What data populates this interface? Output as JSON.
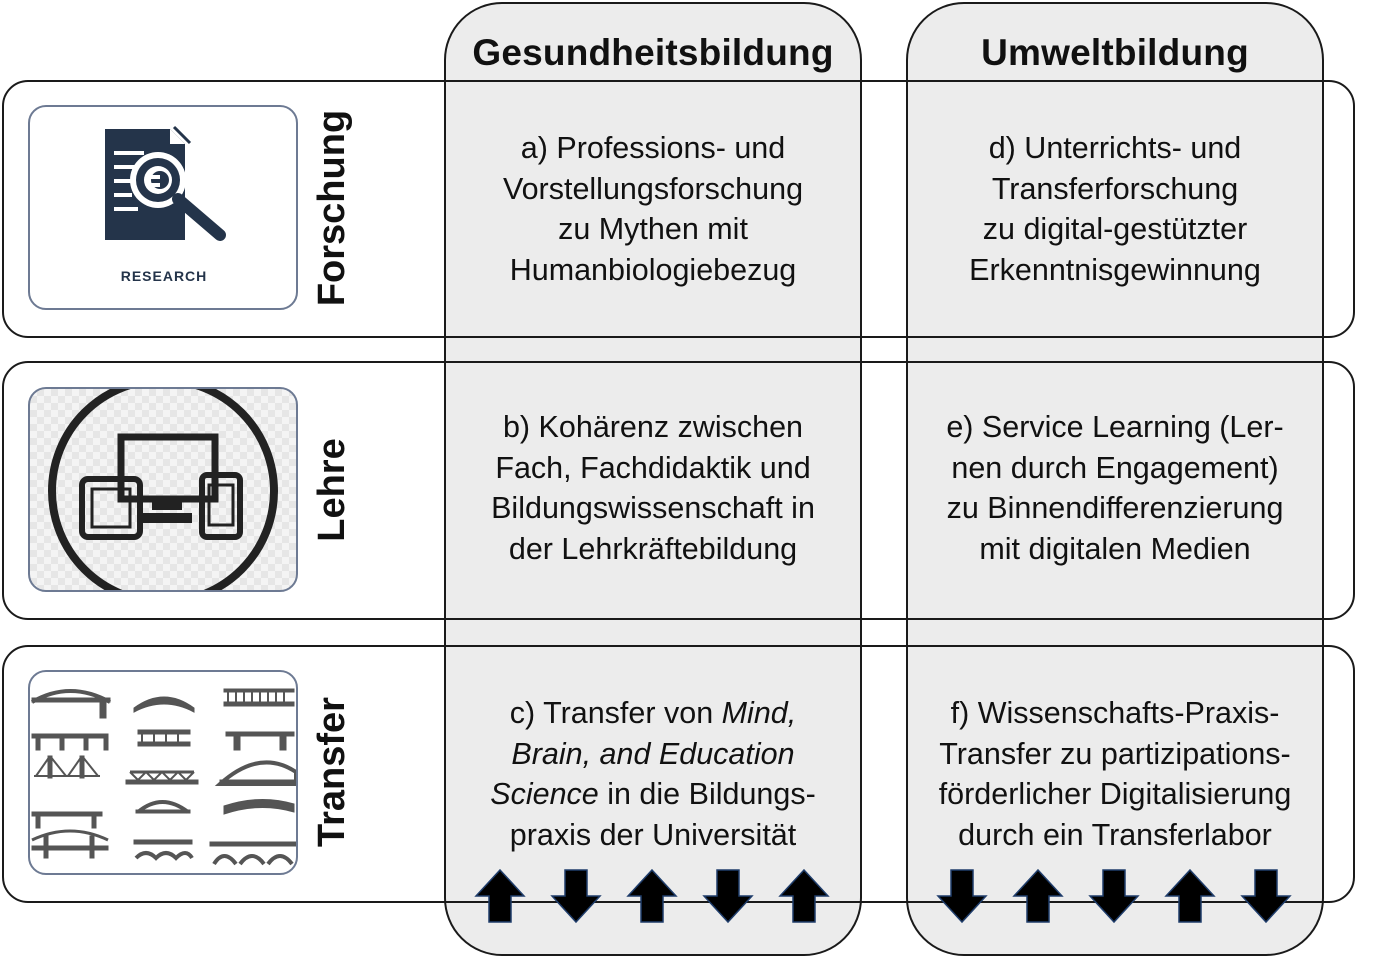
{
  "columns": [
    {
      "title": "Gesundheitsbildung"
    },
    {
      "title": "Umweltbildung"
    }
  ],
  "rows": [
    {
      "label": "Forschung",
      "icon": "research-icon",
      "icon_caption": "RESEARCH"
    },
    {
      "label": "Lehre",
      "icon": "devices-icon"
    },
    {
      "label": "Transfer",
      "icon": "bridges-icon"
    }
  ],
  "cells": {
    "a": [
      "a) Professions- und",
      "Vorstellungsforschung",
      "zu Mythen mit",
      "Humanbiologiebezug"
    ],
    "d": [
      "d) Unterrichts- und",
      "Transferforschung",
      "zu digital-gestützter",
      "Erkenntnisgewinnung"
    ],
    "b": [
      "b) Kohärenz zwischen",
      "Fach, Fachdidaktik und",
      "Bildungswissenschaft in",
      "der Lehrkräftebildung"
    ],
    "e": [
      "e) Service Learning (Ler-",
      "nen durch Engagement)",
      "zu Binnendifferenzierung",
      "mit digitalen Medien"
    ],
    "c": {
      "l1a": "c) Transfer von ",
      "l1b": "Mind,",
      "l2": "Brain, and Education",
      "l3a": "Science",
      "l3b": " in die Bildungs-",
      "l4": "praxis der Universität"
    },
    "f": [
      "f) Wissenschafts-Praxis-",
      "Transfer zu partizipations-",
      "förderlicher Digitalisierung",
      "durch ein Transferlabor"
    ]
  },
  "arrows": {
    "left": [
      "up",
      "down",
      "up",
      "down",
      "up"
    ],
    "right": [
      "down",
      "up",
      "down",
      "up",
      "down"
    ]
  },
  "colors": {
    "column_fill": "#ececec",
    "border": "#1a1a1a",
    "icon_dark": "#24344a",
    "arrow": "#000000"
  }
}
